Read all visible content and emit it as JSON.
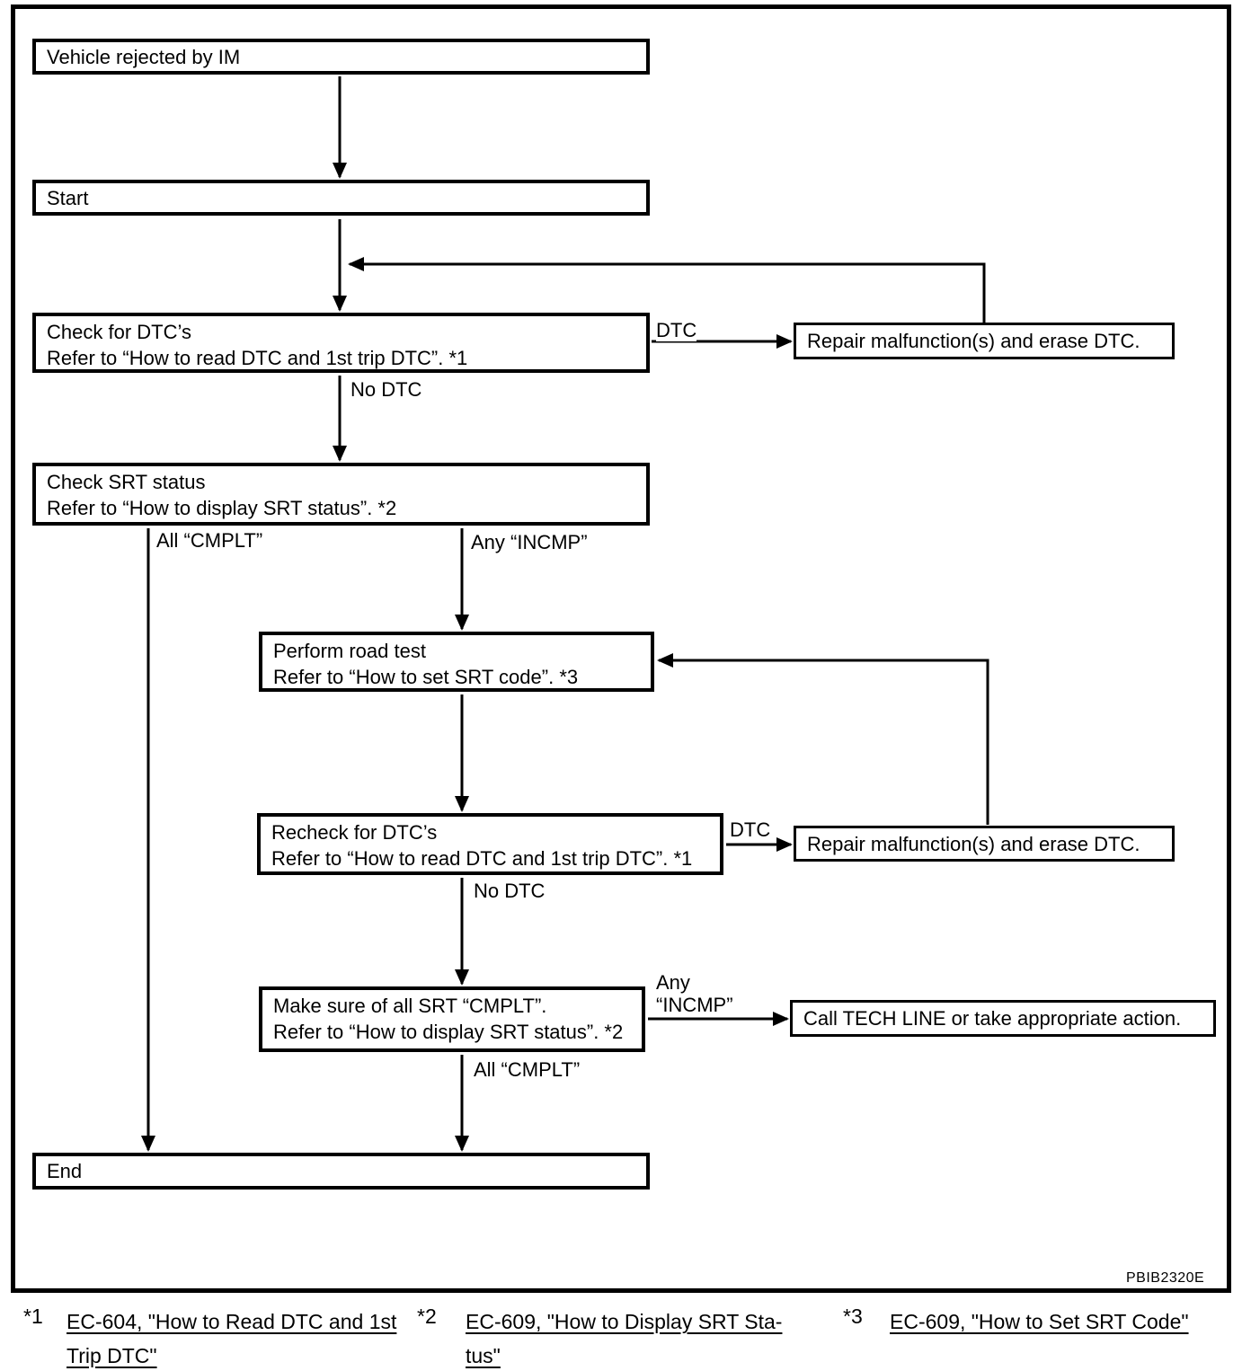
{
  "figure_code": "PBIB2320E",
  "colors": {
    "line": "#000000",
    "background": "#ffffff"
  },
  "nodes": {
    "vehicle_rejected": {
      "line1": "Vehicle rejected by IM"
    },
    "start": {
      "line1": "Start"
    },
    "check_dtc": {
      "line1": "Check for DTC’s",
      "line2": "Refer to “How to read DTC and 1st trip DTC”. *1"
    },
    "repair_1": {
      "line1": "Repair malfunction(s) and erase DTC."
    },
    "check_srt": {
      "line1": "Check SRT status",
      "line2": "Refer to “How to display SRT status”. *2"
    },
    "road_test": {
      "line1": "Perform road test",
      "line2": "Refer to “How to set SRT code”. *3"
    },
    "recheck_dtc": {
      "line1": "Recheck for DTC’s",
      "line2": "Refer to “How to read DTC and 1st trip DTC”. *1"
    },
    "repair_2": {
      "line1": "Repair malfunction(s) and erase DTC."
    },
    "make_sure_srt": {
      "line1": "Make sure of all SRT “CMPLT”.",
      "line2": "Refer to “How to display SRT status”. *2"
    },
    "call_tech_line": {
      "line1": "Call TECH LINE or take appropriate action."
    },
    "end": {
      "line1": "End"
    }
  },
  "edge_labels": {
    "dtc_1": "DTC",
    "no_dtc_1": "No DTC",
    "all_cmplt_1": "All “CMPLT”",
    "any_incmp_1": "Any “INCMP”",
    "dtc_2": "DTC",
    "no_dtc_2": "No DTC",
    "any_incmp_2_line1": "Any",
    "any_incmp_2_line2": "“INCMP”",
    "all_cmplt_2": "All “CMPLT”"
  },
  "footnotes": [
    {
      "marker": "*1",
      "line1": "EC-604, \"How to Read DTC and 1st",
      "line2": "Trip DTC\""
    },
    {
      "marker": "*2",
      "line1": "EC-609, \"How to Display SRT Sta-",
      "line2": "tus\""
    },
    {
      "marker": "*3",
      "line1": "EC-609, \"How to Set SRT Code\"",
      "line2": ""
    }
  ]
}
